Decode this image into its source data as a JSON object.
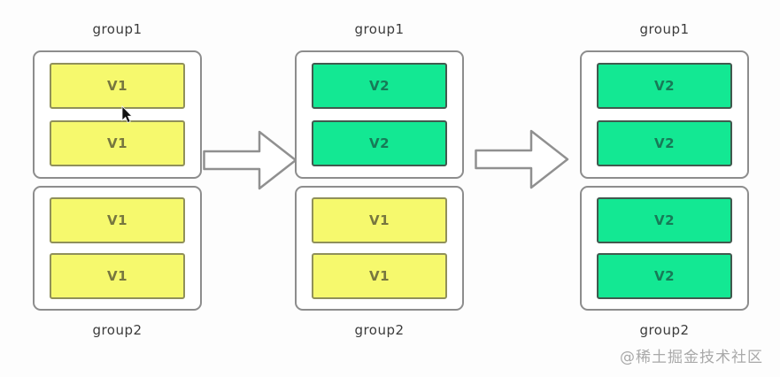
{
  "diagram": {
    "columns": [
      {
        "top_group": {
          "label": "group1",
          "boxes": [
            {
              "text": "V1",
              "variant": "v1"
            },
            {
              "text": "V1",
              "variant": "v1"
            }
          ]
        },
        "bottom_group": {
          "label": "group2",
          "boxes": [
            {
              "text": "V1",
              "variant": "v1"
            },
            {
              "text": "V1",
              "variant": "v1"
            }
          ]
        }
      },
      {
        "top_group": {
          "label": "group1",
          "boxes": [
            {
              "text": "V2",
              "variant": "v2"
            },
            {
              "text": "V2",
              "variant": "v2"
            }
          ]
        },
        "bottom_group": {
          "label": "group2",
          "boxes": [
            {
              "text": "V1",
              "variant": "v1"
            },
            {
              "text": "V1",
              "variant": "v1"
            }
          ]
        }
      },
      {
        "top_group": {
          "label": "group1",
          "boxes": [
            {
              "text": "V2",
              "variant": "v2"
            },
            {
              "text": "V2",
              "variant": "v2"
            }
          ]
        },
        "bottom_group": {
          "label": "group2",
          "boxes": [
            {
              "text": "V2",
              "variant": "v2"
            },
            {
              "text": "V2",
              "variant": "v2"
            }
          ]
        }
      }
    ]
  },
  "watermark": {
    "text": "@稀土掘金技术社区"
  },
  "colors": {
    "background": "#fdfdfd",
    "v1-fill": "#f6f96d",
    "v1-border": "#90905a",
    "v1-text": "#77773f",
    "v2-fill": "#13e893",
    "v2-border": "#41594e",
    "v2-text": "#177a57",
    "container-border": "#8d8d8d",
    "label-text": "#3b3b3b",
    "arrow-border": "#909090",
    "arrow-fill": "#ffffff",
    "cursor-fill": "#111111",
    "watermark-text": "#a9a9a9"
  }
}
